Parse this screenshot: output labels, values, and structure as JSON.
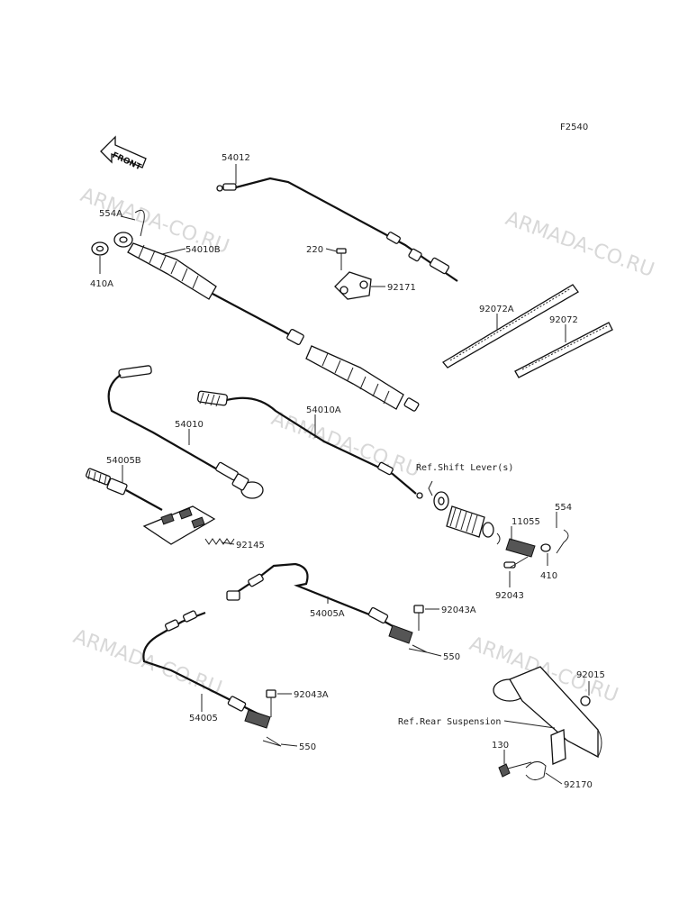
{
  "diagram_code": "F2540",
  "front_label": "FRONT",
  "watermark": "ARMADA-CO.RU",
  "parts": {
    "p54012": "54012",
    "p554A": "554A",
    "p410A": "410A",
    "p54010B": "54010B",
    "p220": "220",
    "p92171": "92171",
    "p92072A": "92072A",
    "p92072": "92072",
    "p54010": "54010",
    "p54010A": "54010A",
    "p54005B": "54005B",
    "p92145": "92145",
    "p11055": "11055",
    "p554": "554",
    "p410": "410",
    "p92043": "92043",
    "p54005A": "54005A",
    "p92043A_top": "92043A",
    "p550_top": "550",
    "p54005": "54005",
    "p92043A_bottom": "92043A",
    "p550_bottom": "550",
    "p92015": "92015",
    "p130": "130",
    "p92170": "92170"
  },
  "references": {
    "shift_lever": "Ref.Shift Lever(s)",
    "rear_suspension": "Ref.Rear Suspension"
  }
}
